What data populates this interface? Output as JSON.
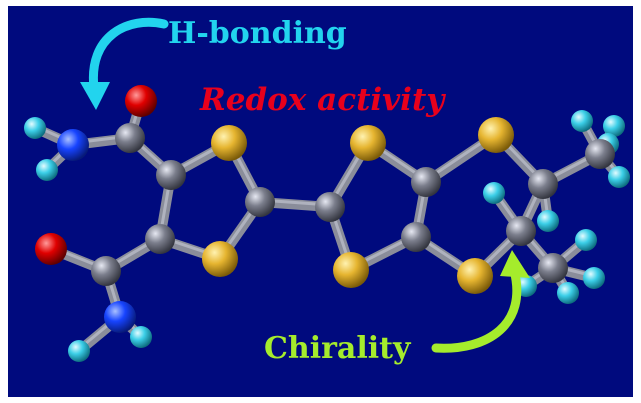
{
  "labels": {
    "hbonding": "H-bonding",
    "redox": "Redox activity",
    "chirality": "Chirality"
  },
  "colors": {
    "background": "#000a7e",
    "carbon": "#7b7e8c",
    "sulfur": "#e6b530",
    "oxygen": "#e00000",
    "nitrogen": "#1744ff",
    "hydrogen": "#3ccfe8",
    "hbonding_label": "#22d4ee",
    "redox_label": "#e8001c",
    "chirality_label": "#a5ec2c"
  },
  "molecule": {
    "atoms": [
      {
        "id": "O1",
        "el": "O"
      },
      {
        "id": "O2",
        "el": "O"
      },
      {
        "id": "N1",
        "el": "N"
      },
      {
        "id": "N2",
        "el": "N"
      },
      {
        "id": "C1",
        "el": "C"
      },
      {
        "id": "C2",
        "el": "C"
      },
      {
        "id": "C3",
        "el": "C"
      },
      {
        "id": "C4",
        "el": "C"
      },
      {
        "id": "C5",
        "el": "C"
      },
      {
        "id": "C6",
        "el": "C"
      },
      {
        "id": "C7",
        "el": "C"
      },
      {
        "id": "C8",
        "el": "C"
      },
      {
        "id": "C9",
        "el": "C"
      },
      {
        "id": "C10",
        "el": "C"
      },
      {
        "id": "C11",
        "el": "C"
      },
      {
        "id": "C12",
        "el": "C"
      },
      {
        "id": "S1",
        "el": "S"
      },
      {
        "id": "S2",
        "el": "S"
      },
      {
        "id": "S3",
        "el": "S"
      },
      {
        "id": "S4",
        "el": "S"
      },
      {
        "id": "S5",
        "el": "S"
      },
      {
        "id": "S6",
        "el": "S"
      },
      {
        "id": "H1",
        "el": "H"
      },
      {
        "id": "H2",
        "el": "H"
      },
      {
        "id": "H3",
        "el": "H"
      },
      {
        "id": "H4",
        "el": "H"
      },
      {
        "id": "H5",
        "el": "H"
      },
      {
        "id": "H6",
        "el": "H"
      },
      {
        "id": "H7",
        "el": "H"
      },
      {
        "id": "H8",
        "el": "H"
      },
      {
        "id": "H9",
        "el": "H"
      },
      {
        "id": "H10",
        "el": "H"
      },
      {
        "id": "H11",
        "el": "H"
      },
      {
        "id": "H12",
        "el": "H"
      },
      {
        "id": "H13",
        "el": "H"
      },
      {
        "id": "H14",
        "el": "H"
      }
    ],
    "bonds": [
      [
        "C1",
        "O1"
      ],
      [
        "C1",
        "N1"
      ],
      [
        "N1",
        "H1"
      ],
      [
        "N1",
        "H2"
      ],
      [
        "C1",
        "C3"
      ],
      [
        "C2",
        "O2"
      ],
      [
        "C2",
        "N2"
      ],
      [
        "N2",
        "H3"
      ],
      [
        "N2",
        "H4"
      ],
      [
        "C2",
        "C4"
      ],
      [
        "C3",
        "C4"
      ],
      [
        "C3",
        "S1"
      ],
      [
        "C4",
        "S2"
      ],
      [
        "S1",
        "C5"
      ],
      [
        "S2",
        "C5"
      ],
      [
        "C5",
        "C6"
      ],
      [
        "C6",
        "S3"
      ],
      [
        "C6",
        "S4"
      ],
      [
        "S3",
        "C7"
      ],
      [
        "S4",
        "C8"
      ],
      [
        "C7",
        "C8"
      ],
      [
        "C7",
        "S5"
      ],
      [
        "C8",
        "S6"
      ],
      [
        "S5",
        "C9"
      ],
      [
        "S6",
        "C10"
      ],
      [
        "C9",
        "C10"
      ],
      [
        "C9",
        "C11"
      ],
      [
        "C10",
        "C12"
      ],
      [
        "C9",
        "H5"
      ],
      [
        "C10",
        "H6"
      ],
      [
        "C11",
        "H7"
      ],
      [
        "C11",
        "H8"
      ],
      [
        "C11",
        "H9"
      ],
      [
        "C12",
        "H10"
      ],
      [
        "C12",
        "H11"
      ],
      [
        "C12",
        "H12"
      ],
      [
        "C11",
        "H13"
      ],
      [
        "C12",
        "H14"
      ]
    ]
  }
}
